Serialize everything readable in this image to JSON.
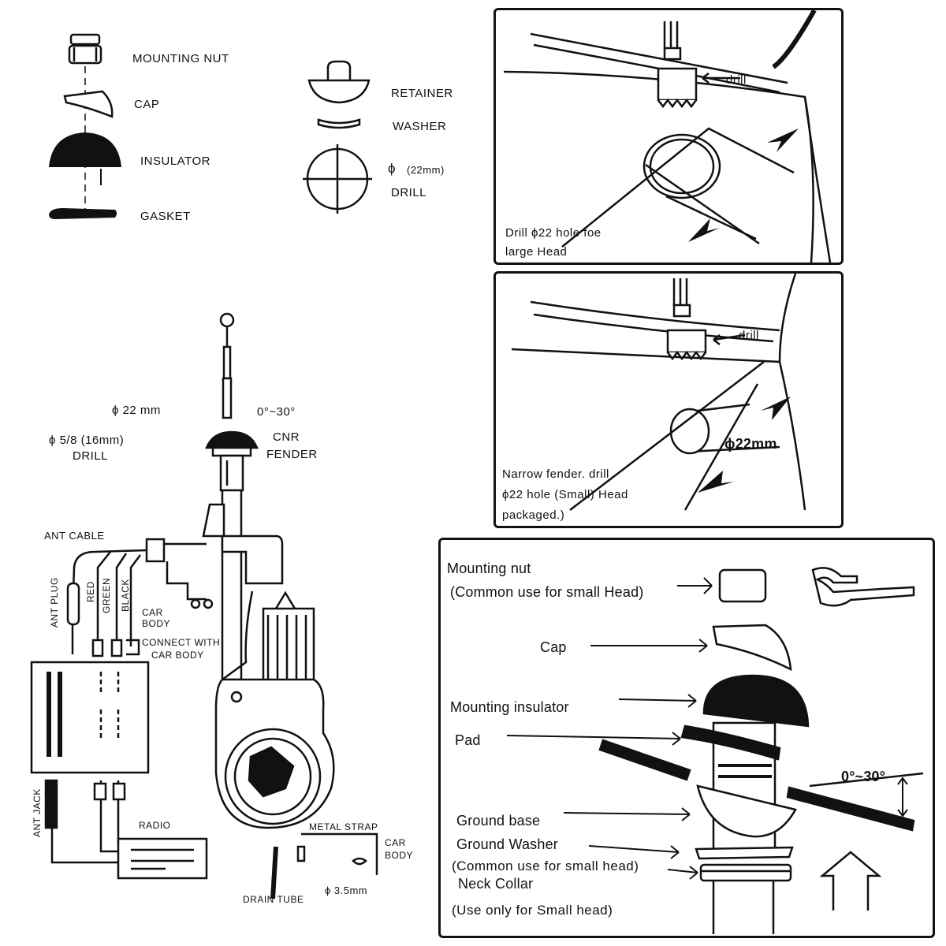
{
  "parts_legend": {
    "mounting_nut": "MOUNTING NUT",
    "cap": "CAP",
    "insulator": "INSULATOR",
    "gasket": "GASKET",
    "retainer": "RETAINER",
    "washer": "WASHER",
    "drill_symbol": "ϕ",
    "drill_size": "(22mm)",
    "drill": "DRILL"
  },
  "wiring": {
    "hole_22": "ϕ 22 mm",
    "angle": "0°~30°",
    "cnr": "CNR",
    "fender": "FENDER",
    "hole_16": "ϕ 5/8 (16mm)",
    "drill": "DRILL",
    "ant_cable": "ANT CABLE",
    "ant_plug": "ANT PLUG",
    "red": "RED",
    "green": "GREEN",
    "black": "BLACK",
    "car_body": "CAR BODY",
    "connect_with": "CONNECT WITH",
    "connect_car_body": "CAR BODY",
    "ant_jack": "ANT JACK",
    "radio": "RADIO",
    "metal_strap": "METAL STRAP",
    "car": "CAR",
    "body": "BODY",
    "drain_tube": "DRAIN TUBE",
    "hole_35": "ϕ 3.5mm"
  },
  "panel_large_head": {
    "drill": "drill",
    "caption_line1": "Drill ϕ22 hole foe",
    "caption_line2": "large Head"
  },
  "panel_small_head": {
    "drill": "drill",
    "dimension": "ϕ22mm",
    "caption_line1": "Narrow fender. drill",
    "caption_line2": "ϕ22 hole (Small) Head",
    "caption_line3": "packaged.)"
  },
  "panel_assembly": {
    "mounting_nut": "Mounting nut",
    "mounting_nut_note": "(Common use for small Head)",
    "cap": "Cap",
    "mounting_insulator": "Mounting insulator",
    "pad": "Pad",
    "angle": "0°~30°",
    "ground_base": "Ground base",
    "ground_washer": "Ground Washer",
    "ground_washer_note": "(Common use for small head)",
    "neck_collar": "Neck Collar",
    "neck_collar_note": "(Use only for Small head)"
  }
}
